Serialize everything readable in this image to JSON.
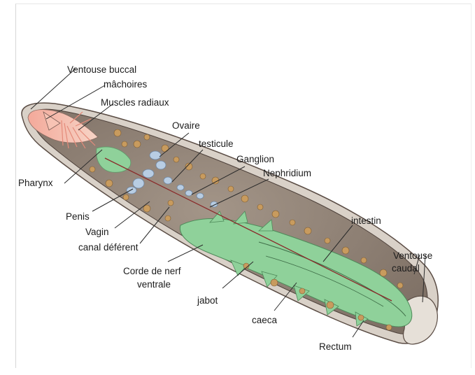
{
  "labels": {
    "ventouse_buccal": "Ventouse buccal",
    "machoires": "mâchoires",
    "muscles_radiaux": "Muscles radiaux",
    "ovaire": "Ovaire",
    "testicule": "testicule",
    "ganglion": "Ganglion",
    "nephridium": "Nephridium",
    "pharynx": "Pharynx",
    "penis": "Penis",
    "vagin": "Vagin",
    "canal_deferent": "canal déférent",
    "intestin": "intestin",
    "ventouse_caudal_1": "Ventouse",
    "ventouse_caudal_2": "caudal",
    "corde_1": "Corde de nerf",
    "corde_2": "ventrale",
    "jabot": "jabot",
    "caeca": "caeca",
    "rectum": "Rectum"
  },
  "colors": {
    "body_fill": "#8e8075",
    "body_outline": "#5b4d45",
    "intestine": "#8fd19a",
    "pharynx": "#f2b6a6",
    "organ_blue": "#b8cde3",
    "nephridium": "#c89b5e",
    "leader_line": "#2b2b2b"
  }
}
